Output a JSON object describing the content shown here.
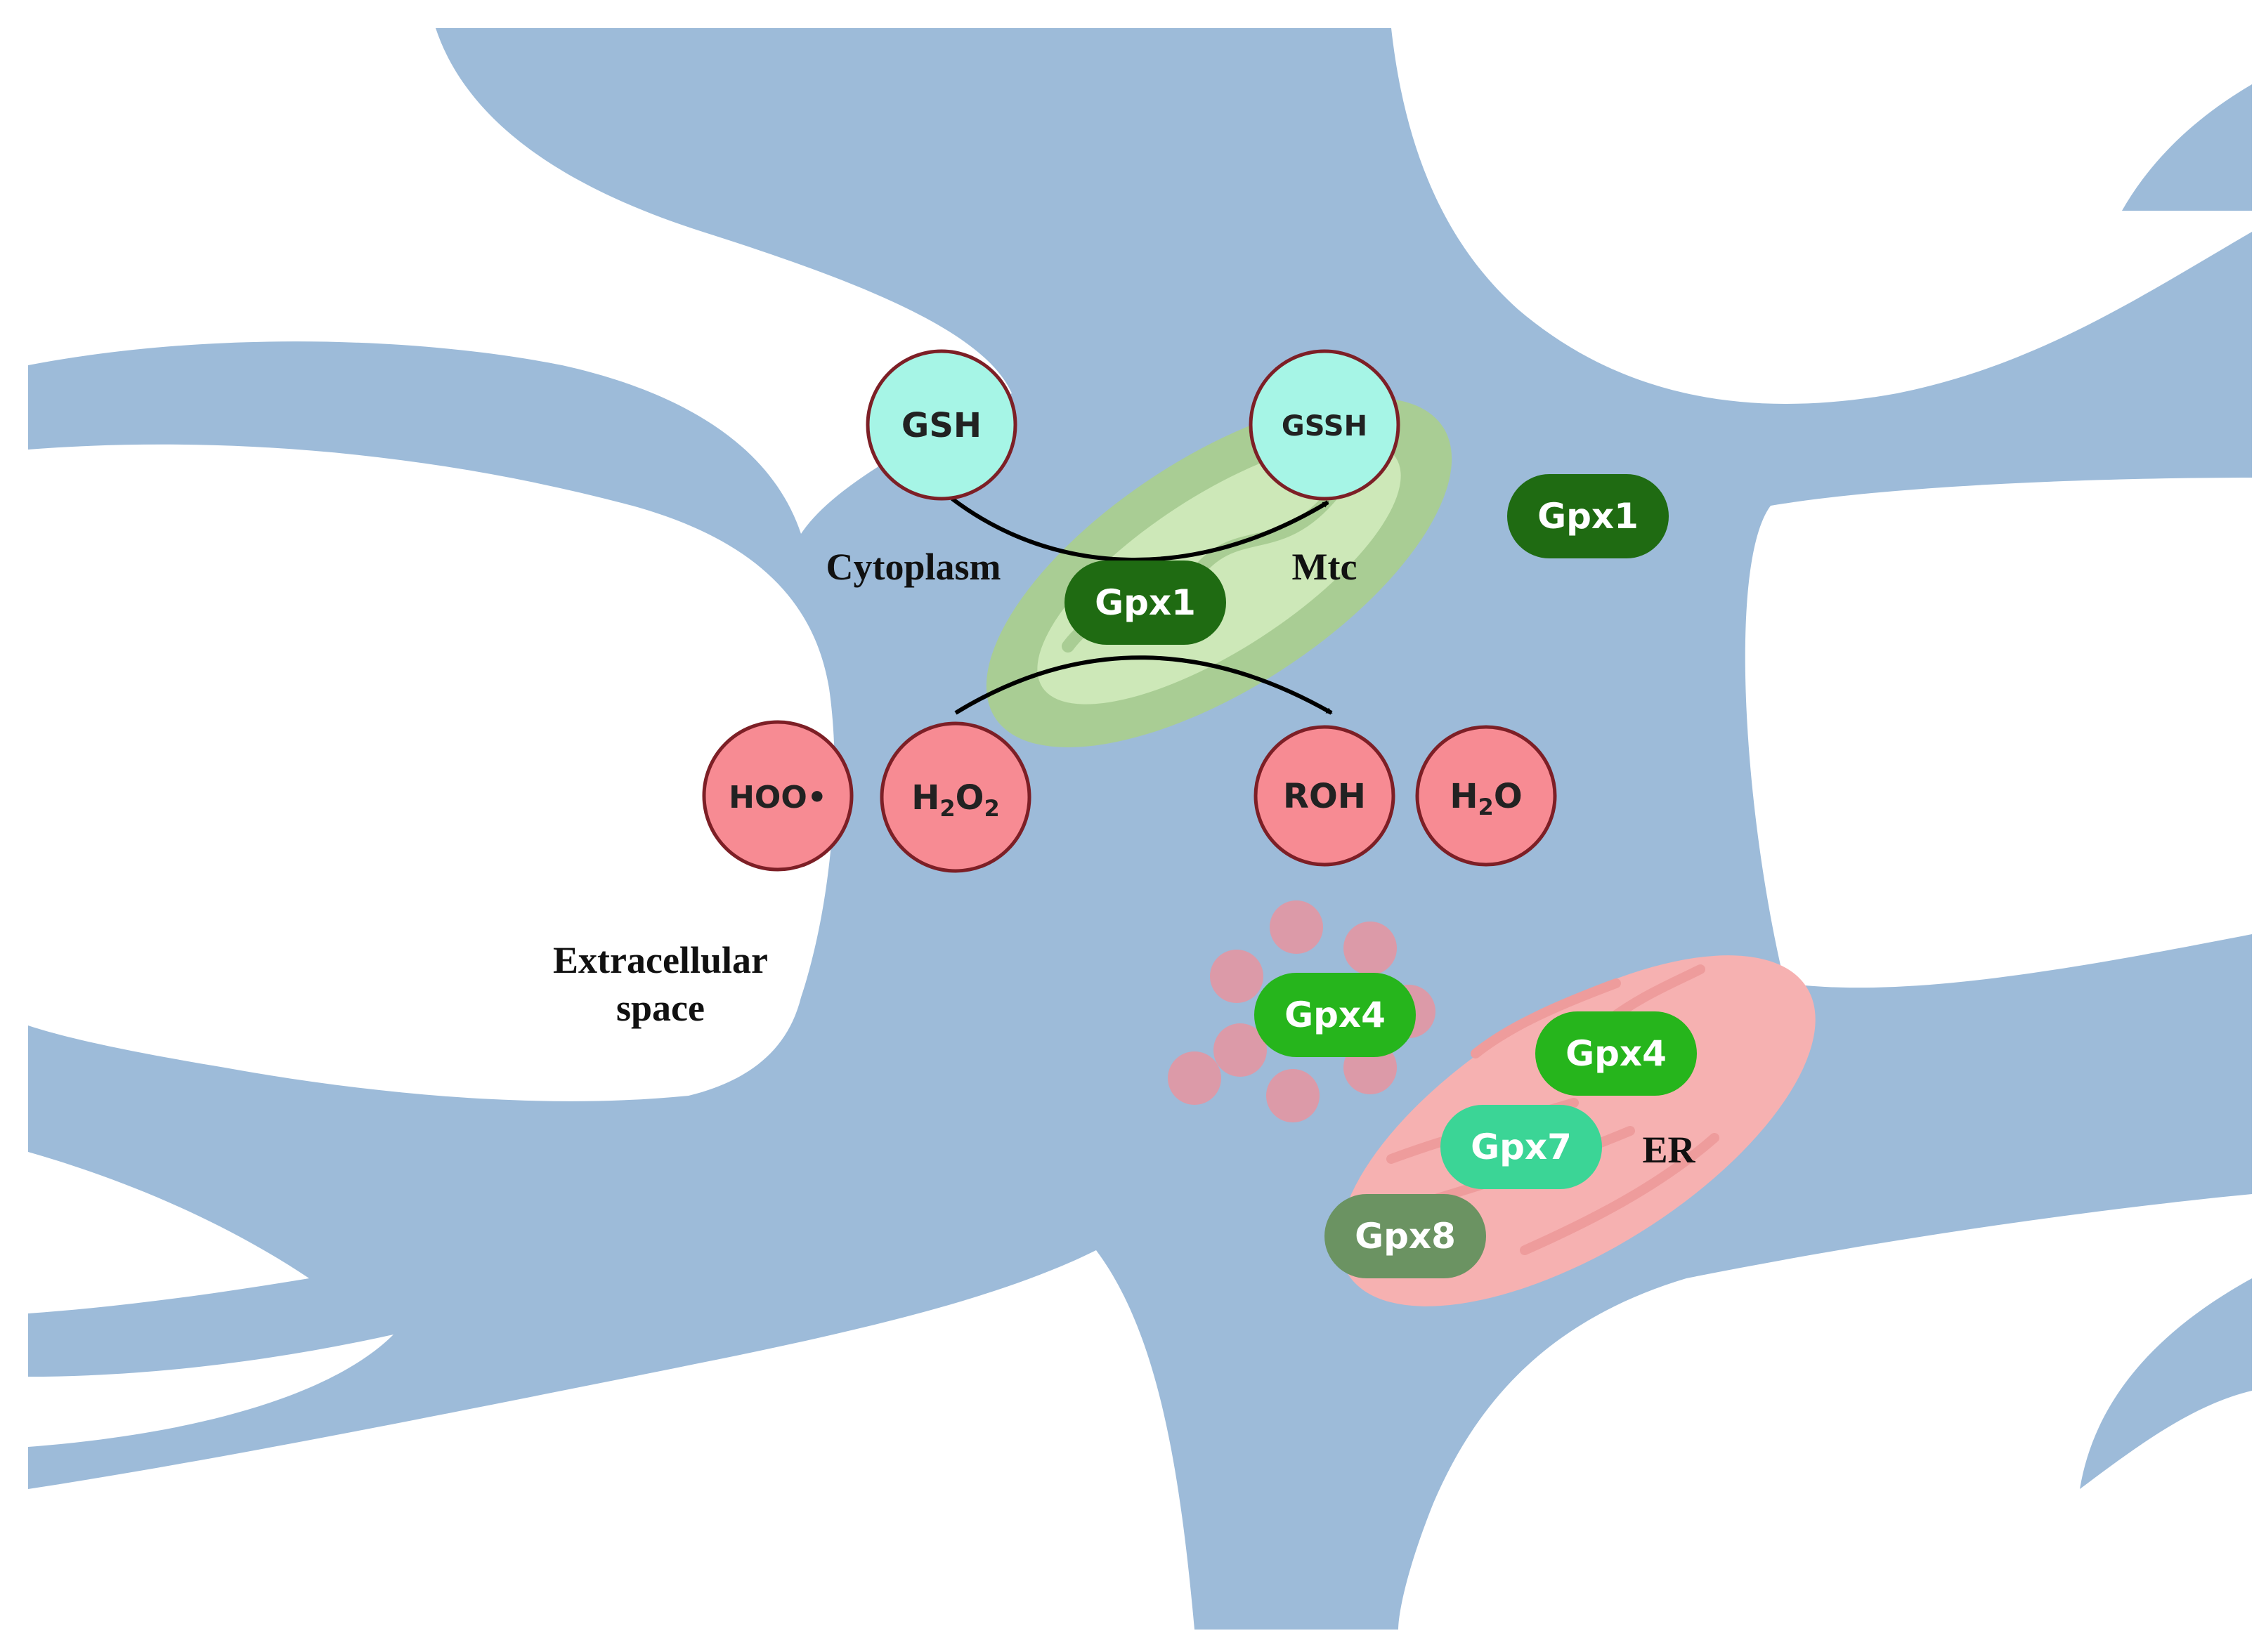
{
  "colors": {
    "cell": "#9dbbd9",
    "background": "#ffffff",
    "mitochondrion_outer": "#a9cd94",
    "mitochondrion_inner": "#cde8b8",
    "er": "#f6b1b1",
    "er_folds": "#ee9c9c",
    "reactant_fill": "#f78b93",
    "reactant_stroke": "#7d1f26",
    "glutathione_fill": "#a6f5e6",
    "gpx1": "#1f6b12",
    "gpx4": "#26b51c",
    "gpx7": "#3bd596",
    "gpx8": "#6b9362",
    "arrow": "#000000"
  },
  "labels": {
    "cytoplasm": "Cytoplasm",
    "mtc": "Mtc",
    "extracellular_line1": "Extracellular",
    "extracellular_line2": "space",
    "er": "ER"
  },
  "molecules": {
    "gsh": "GSH",
    "gssh": "GSSH",
    "hoo": "HOO•",
    "h2o2_h": "H",
    "h2o2_sub1": "2",
    "h2o2_o": "O",
    "h2o2_sub2": "2",
    "roh": "ROH",
    "h2o_h": "H",
    "h2o_sub": "2",
    "h2o_o": "O"
  },
  "enzymes": {
    "gpx1_mito": "Gpx1",
    "gpx1_cyto": "Gpx1",
    "gpx4_vesicle": "Gpx4",
    "gpx4_er": "Gpx4",
    "gpx7_er": "Gpx7",
    "gpx8_er": "Gpx8"
  }
}
